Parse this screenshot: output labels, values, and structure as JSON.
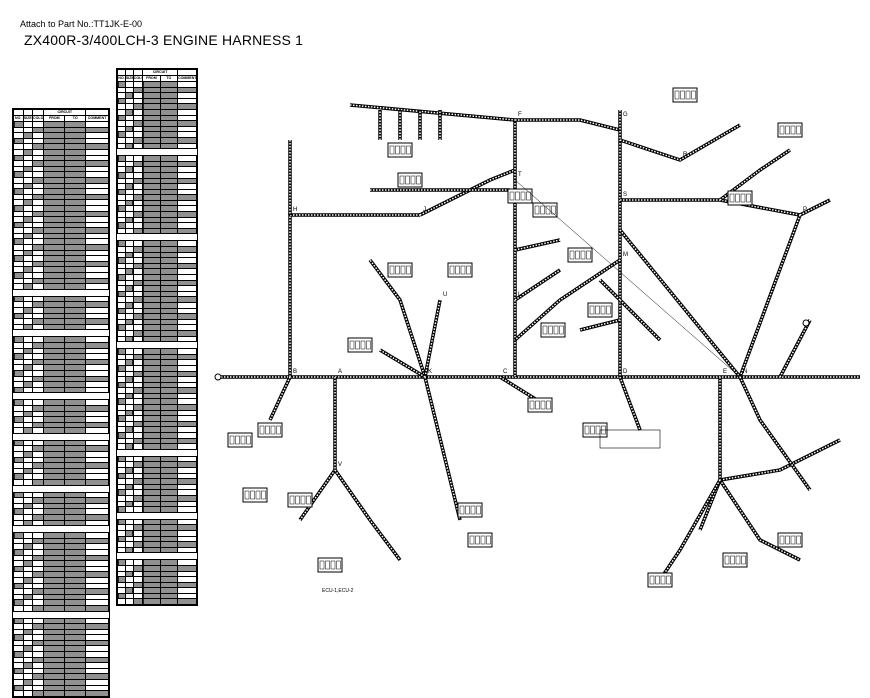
{
  "header": {
    "attach_label": "Attach to Part No.:TT1JK-E-00",
    "title": "ZX400R-3/400LCH-3 ENGINE HARNESS 1"
  },
  "circuit_table": {
    "group_header": "CIRCUIT",
    "columns": [
      "NO.",
      "SIZE",
      "COLOR",
      "FROM",
      "TO",
      "COMMENT"
    ]
  },
  "diagram": {
    "junction_labels": [
      "A",
      "B",
      "C",
      "D",
      "E",
      "F",
      "G",
      "H",
      "J",
      "K",
      "L",
      "M",
      "N",
      "P",
      "R",
      "S",
      "T",
      "U",
      "V"
    ],
    "bottom_label": "ECU-1,ECU-2"
  },
  "colors": {
    "ink": "#000000",
    "background": "#ffffff"
  }
}
